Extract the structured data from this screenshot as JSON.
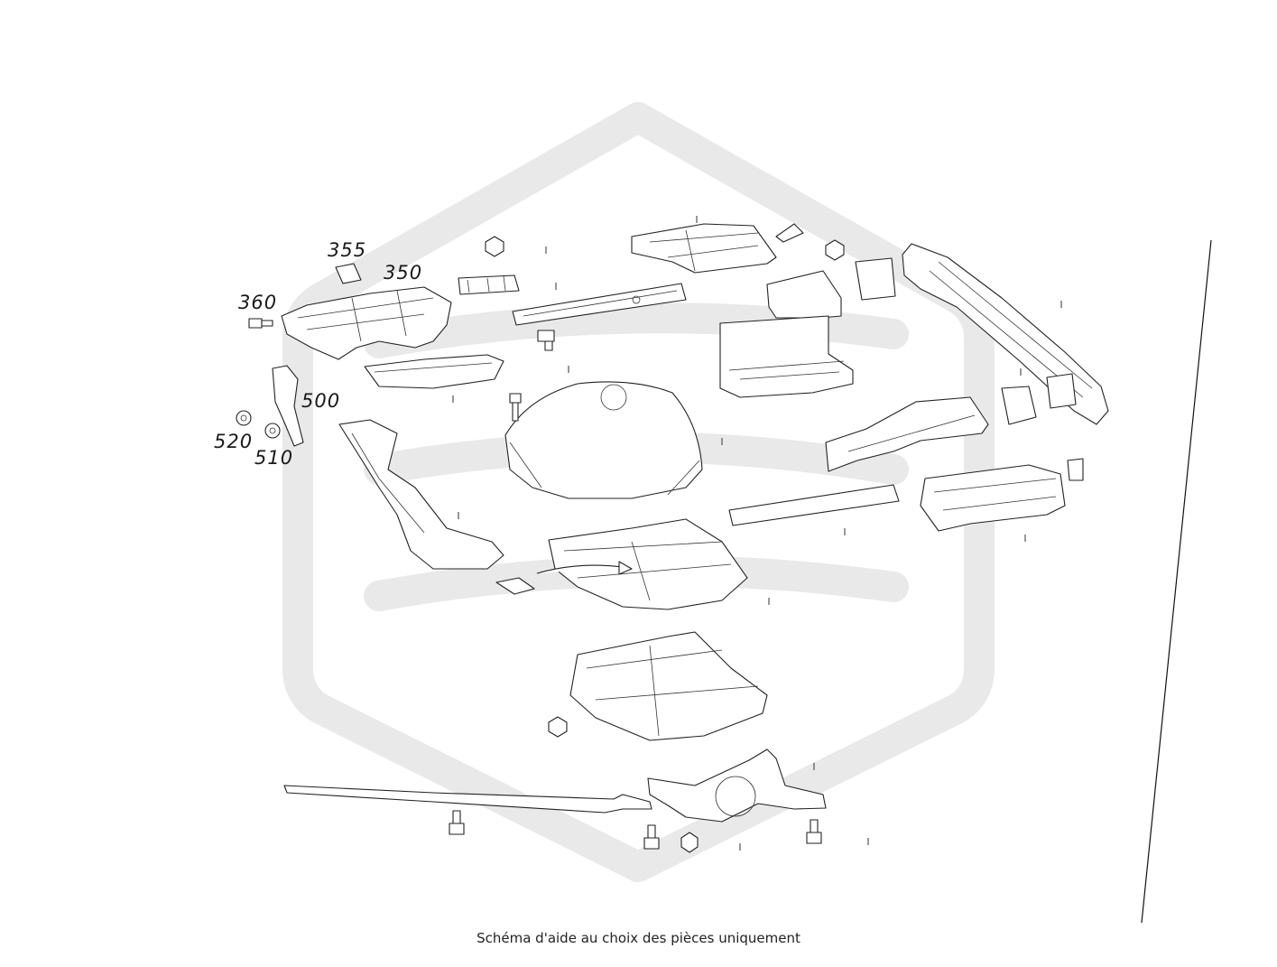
{
  "callouts": [
    {
      "id": "355",
      "label": "355"
    },
    {
      "id": "350",
      "label": "350"
    },
    {
      "id": "360",
      "label": "360"
    },
    {
      "id": "500",
      "label": "500"
    },
    {
      "id": "520",
      "label": "520"
    },
    {
      "id": "510",
      "label": "510"
    }
  ],
  "caption": "Schéma d'aide au choix des pièces uniquement",
  "colors": {
    "line": "#222222",
    "watermark": "#e9e9e9",
    "background": "#ffffff"
  }
}
